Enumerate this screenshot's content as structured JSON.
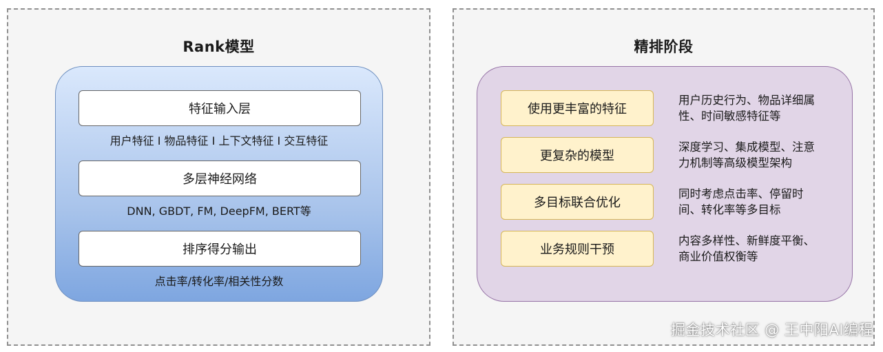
{
  "left_panel": {
    "title": "Rank模型",
    "layers": [
      {
        "label": "特征输入层",
        "desc": "用户特征 I 物品特征 I 上下文特征 I 交互特征"
      },
      {
        "label": "多层神经网络",
        "desc": "DNN, GBDT, FM, DeepFM, BERT等"
      },
      {
        "label": "排序得分输出",
        "desc": "点击率/转化率/相关性分数"
      }
    ],
    "colors": {
      "gradient_top": "#dae8fc",
      "gradient_bottom": "#7ea6e0",
      "border": "#6c8ebf"
    }
  },
  "right_panel": {
    "title": "精排阶段",
    "features": [
      {
        "label": "使用更丰富的特征",
        "desc_line1": "用户历史行为、物品详细属",
        "desc_line2": "性、时间敏感特征等"
      },
      {
        "label": "更复杂的模型",
        "desc_line1": "深度学习、集成模型、注意",
        "desc_line2": "力机制等高级模型架构"
      },
      {
        "label": "多目标联合优化",
        "desc_line1": "同时考虑点击率、停留时",
        "desc_line2": "间、转化率等多目标"
      },
      {
        "label": "业务规则干预",
        "desc_line1": "内容多样性、新鲜度平衡、",
        "desc_line2": "商业价值权衡等"
      }
    ],
    "colors": {
      "container_fill": "#e1d5e7",
      "container_border": "#9673a6",
      "box_fill": "#fff2cc",
      "box_border": "#d6b656"
    }
  },
  "watermark": "掘金技术社区 @ 王中阳AI编程"
}
